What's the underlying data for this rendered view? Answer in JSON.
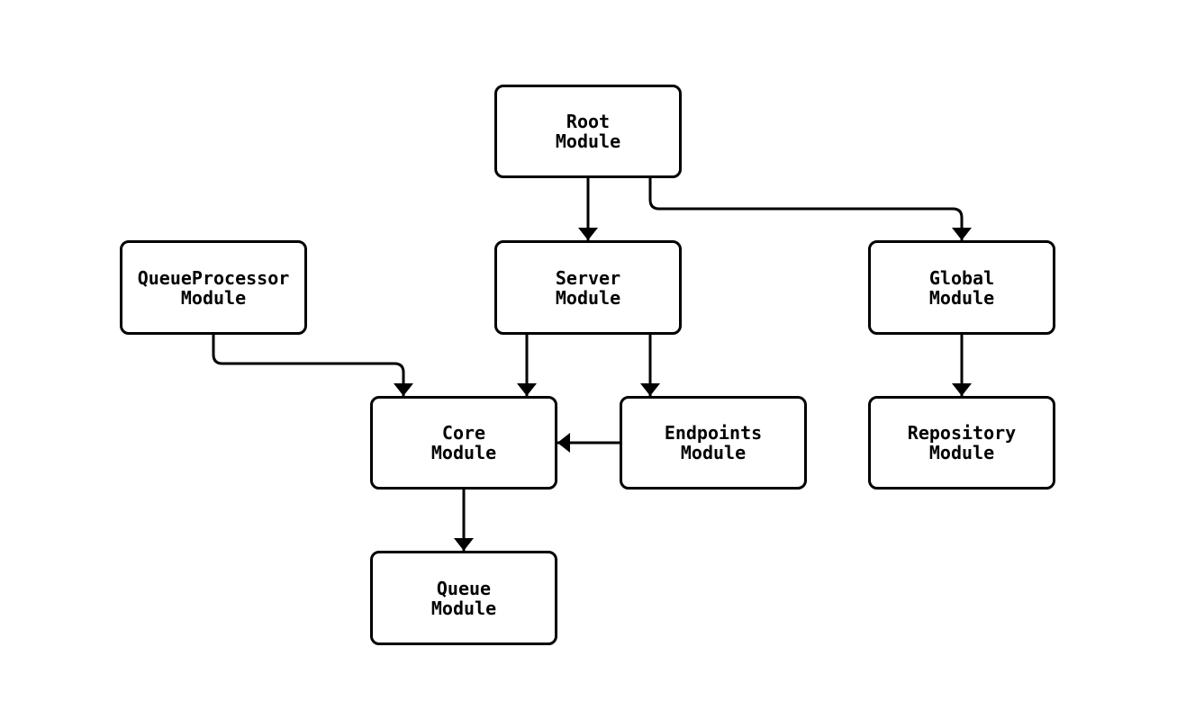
{
  "diagram": {
    "type": "dependency-graph",
    "colors": {
      "stroke": "#000000",
      "fill": "#ffffff",
      "background": "#ffffff"
    },
    "nodes": [
      {
        "id": "root",
        "line1": "Root",
        "line2": "Module"
      },
      {
        "id": "queueprocessor",
        "line1": "QueueProcessor",
        "line2": "Module"
      },
      {
        "id": "server",
        "line1": "Server",
        "line2": "Module"
      },
      {
        "id": "global",
        "line1": "Global",
        "line2": "Module"
      },
      {
        "id": "core",
        "line1": "Core",
        "line2": "Module"
      },
      {
        "id": "endpoints",
        "line1": "Endpoints",
        "line2": "Module"
      },
      {
        "id": "repository",
        "line1": "Repository",
        "line2": "Module"
      },
      {
        "id": "queue",
        "line1": "Queue",
        "line2": "Module"
      }
    ],
    "edges": [
      {
        "from": "root",
        "to": "server"
      },
      {
        "from": "root",
        "to": "global"
      },
      {
        "from": "queueprocessor",
        "to": "core"
      },
      {
        "from": "server",
        "to": "core"
      },
      {
        "from": "server",
        "to": "endpoints"
      },
      {
        "from": "endpoints",
        "to": "core"
      },
      {
        "from": "global",
        "to": "repository"
      },
      {
        "from": "core",
        "to": "queue"
      }
    ]
  }
}
